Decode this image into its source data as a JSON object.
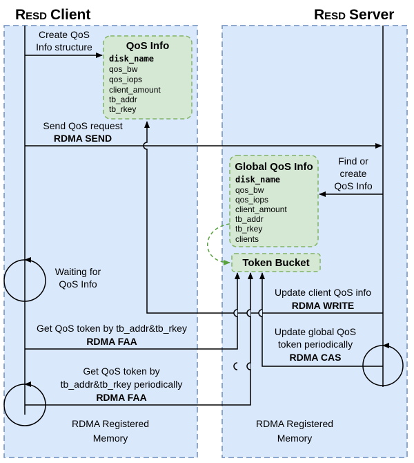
{
  "client": {
    "title_first": "R",
    "title_caps": "ESD",
    "title_rest": "Client",
    "footer_line1": "RDMA Registered",
    "footer_line2": "Memory"
  },
  "server": {
    "title_first": "R",
    "title_caps": "ESD",
    "title_rest": "Server",
    "footer_line1": "RDMA Registered",
    "footer_line2": "Memory"
  },
  "qos_info": {
    "title": "QoS Info",
    "fields": [
      "disk_name",
      "qos_bw",
      "qos_iops",
      "client_amount",
      "tb_addr",
      "tb_rkey"
    ]
  },
  "global_qos_info": {
    "title": "Global QoS Info",
    "fields": [
      "disk_name",
      "qos_bw",
      "qos_iops",
      "client_amount",
      "tb_addr",
      "tb_rkey",
      "clients"
    ]
  },
  "token_bucket": {
    "title": "Token Bucket"
  },
  "labels": {
    "create_1": "Create QoS",
    "create_2": "Info structure",
    "send_1": "Send QoS request",
    "send_2": "RDMA SEND",
    "find_1": "Find or",
    "find_2": "create",
    "find_3": "QoS Info",
    "wait_1": "Waiting for",
    "wait_2": "QoS Info",
    "update_client_1": "Update client QoS info",
    "update_client_2": "RDMA WRITE",
    "get_token_1": "Get QoS token by tb_addr&tb_rkey",
    "get_token_2": "RDMA FAA",
    "update_global_1": "Update global QoS",
    "update_global_2": "token periodically",
    "update_global_3": "RDMA CAS",
    "get_periodic_1": "Get QoS token by",
    "get_periodic_2": "tb_addr&tb_rkey periodically",
    "get_periodic_3": "RDMA FAA"
  }
}
